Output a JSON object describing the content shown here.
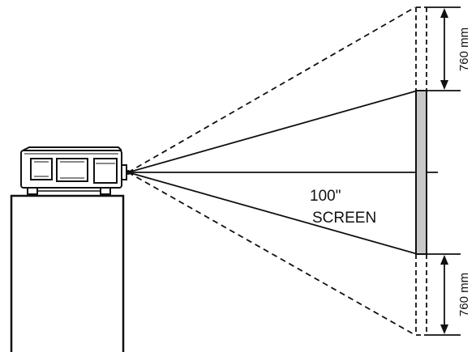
{
  "screen_size_label": "100\"",
  "screen_label": "SCREEN",
  "top_offset_label": "760 mm",
  "bottom_offset_label": "760 mm",
  "colors": {
    "line": "#111111",
    "screen_fill": "#c8c8c8"
  }
}
